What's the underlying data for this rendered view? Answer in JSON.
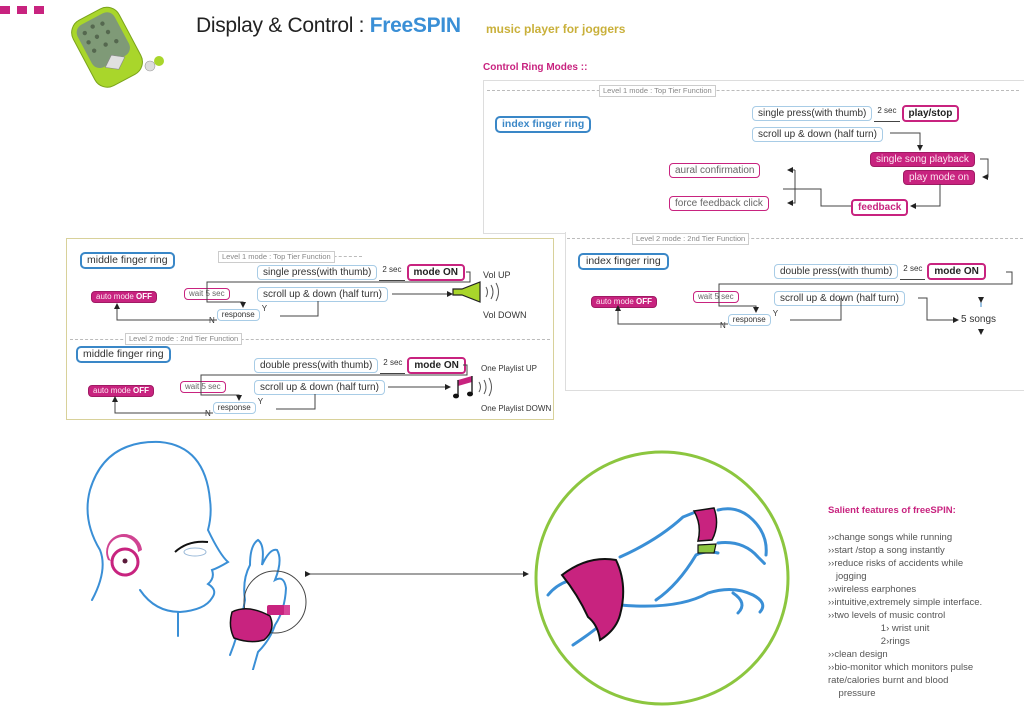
{
  "header": {
    "title_prefix": "Display & Control : ",
    "title_brand": "FreeSPIN",
    "subtitle": "music player for joggers",
    "section_heading": "Control Ring Modes ::"
  },
  "colors": {
    "magenta": "#c8237f",
    "blue": "#3a87c7",
    "brand_blue": "#3a8fd6",
    "olive": "#c9b03a",
    "green": "#8cc63f"
  },
  "panel_index_l1": {
    "tier": "Level 1 mode : Top Tier Function",
    "ring": "index  finger ring",
    "single_press": "single press(with thumb)",
    "delay": "2 sec",
    "play_stop": "play/stop",
    "scroll": "scroll up & down (half turn)",
    "single_song": "single song playback",
    "play_mode": "play mode  on",
    "aural": "aural confirmation",
    "force": "force feedback click",
    "feedback": "feedback"
  },
  "panel_index_l2": {
    "tier": "Level 2 mode : 2nd Tier Function",
    "ring": "index finger ring",
    "double_press": "double press(with thumb)",
    "delay": "2 sec",
    "mode_on": "mode ON",
    "auto_prefix": "auto mode ",
    "auto_off": "OFF",
    "wait": "wait 5 sec",
    "scroll": "scroll up & down (half turn)",
    "response": "response",
    "yes": "Y",
    "no": "N",
    "songs": "5 songs"
  },
  "panel_middle_l1": {
    "tier": "Level 1 mode : Top Tier Function",
    "ring": "middle finger ring",
    "single_press": "single press(with thumb)",
    "delay": "2 sec",
    "mode_on": "mode ON",
    "auto_prefix": "auto mode ",
    "auto_off": "OFF",
    "wait": "wait 5 sec",
    "scroll": "scroll up & down (half turn)",
    "response": "response",
    "yes": "Y",
    "no": "N",
    "vol_up": "Vol UP",
    "vol_down": "Vol DOWN"
  },
  "panel_middle_l2": {
    "tier": "Level 2 mode : 2nd Tier Function",
    "ring": "middle finger ring",
    "double_press": "double press(with thumb)",
    "delay": "2 sec",
    "mode_on": "mode ON",
    "auto_prefix": "auto mode ",
    "auto_off": "OFF",
    "wait": "wait 5 sec",
    "scroll": "scroll up & down (half turn)",
    "response": "response",
    "yes": "Y",
    "no": "N",
    "playlist_up": "One Playlist UP",
    "playlist_down": "One Playlist DOWN"
  },
  "features": {
    "heading": "Salient features of freeSPIN:",
    "items": [
      "››change songs while running",
      "››start /stop a song instantly",
      "››reduce risks of accidents while",
      "   jogging",
      "››wireless earphones",
      "››intuitive,extremely simple interface.",
      "››two levels of music control",
      "                    1› wrist unit",
      "                    2›rings",
      "››clean design",
      "››bio-monitor which monitors pulse",
      "rate/calories burnt and blood",
      "    pressure"
    ]
  }
}
